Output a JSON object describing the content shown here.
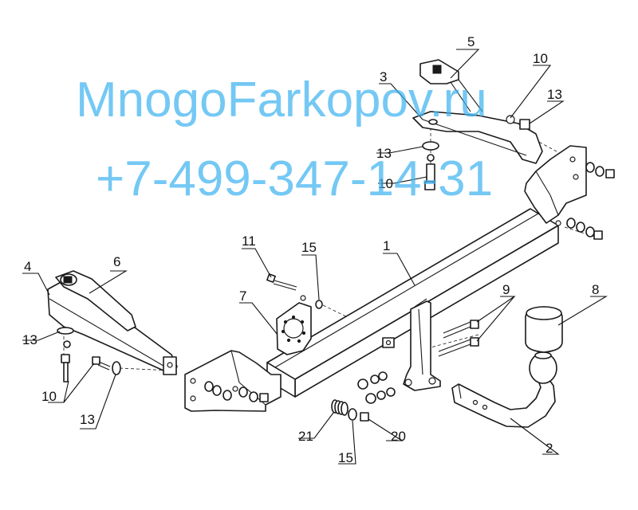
{
  "watermark": {
    "site": "MnogoFarkopov.ru",
    "phone": "+7-499-347-14-31",
    "color": "#3fb3f0"
  },
  "part_labels": [
    {
      "id": "label-1",
      "text": "1"
    },
    {
      "id": "label-2",
      "text": "2"
    },
    {
      "id": "label-3",
      "text": "3"
    },
    {
      "id": "label-4",
      "text": "4"
    },
    {
      "id": "label-5",
      "text": "5"
    },
    {
      "id": "label-6",
      "text": "6"
    },
    {
      "id": "label-7",
      "text": "7"
    },
    {
      "id": "label-8",
      "text": "8"
    },
    {
      "id": "label-9",
      "text": "9"
    },
    {
      "id": "label-10a",
      "text": "10"
    },
    {
      "id": "label-10b",
      "text": "10"
    },
    {
      "id": "label-10c",
      "text": "10"
    },
    {
      "id": "label-11",
      "text": "11"
    },
    {
      "id": "label-13a",
      "text": "13"
    },
    {
      "id": "label-13b",
      "text": "13"
    },
    {
      "id": "label-13c",
      "text": "13"
    },
    {
      "id": "label-13d",
      "text": "13"
    },
    {
      "id": "label-15a",
      "text": "15"
    },
    {
      "id": "label-15b",
      "text": "15"
    },
    {
      "id": "label-20",
      "text": "20"
    },
    {
      "id": "label-21",
      "text": "21"
    }
  ]
}
